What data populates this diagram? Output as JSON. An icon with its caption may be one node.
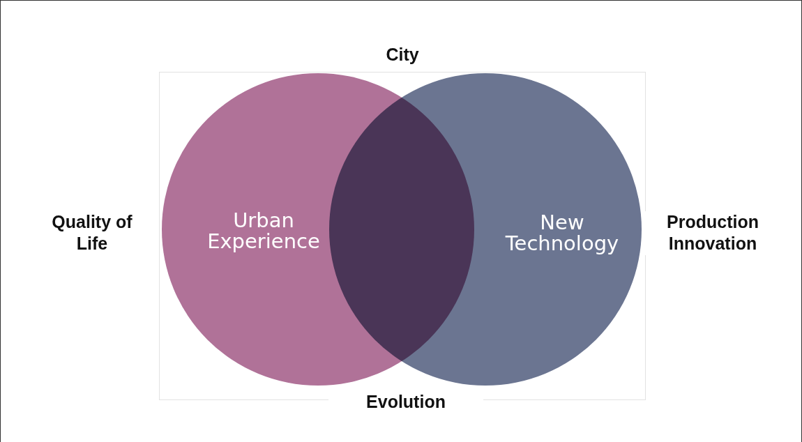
{
  "diagram": {
    "nodes": [
      {
        "text": [
          "Urban Experience"
        ]
      },
      {
        "text": [
          "New Technology"
        ]
      }
    ],
    "labels": [
      "City",
      "Quality of Life",
      "Production Innovation",
      "Evolution"
    ]
  }
}
